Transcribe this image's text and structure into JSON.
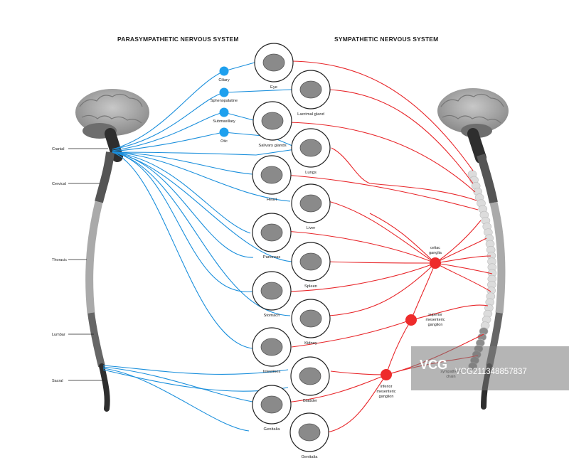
{
  "titles": {
    "parasympathetic": "PARASYMPATHETIC NERVOUS SYSTEM",
    "sympathetic": "SYMPATHETIC NERVOUS SYSTEM"
  },
  "spine_regions": [
    "Cranial",
    "Cervical",
    "Thoracic",
    "Lumbar",
    "Sacral"
  ],
  "parasympathetic_ganglia": [
    "Ciliary",
    "Sphenopalatine",
    "Submaxillary",
    "Otic"
  ],
  "organs": {
    "eye": "Eye",
    "lacrimal": "Lacrimal gland",
    "salivary": "Salivary glands",
    "lungs": "Lungs",
    "heart": "Heart",
    "liver": "Liver",
    "pancreas": "Pancreas",
    "spleen": "Spleen",
    "stomach": "Stomach",
    "kidney": "Kidney",
    "intestines": "Intestines",
    "bladder": "Bladder",
    "genitalia_female": "Genitalia",
    "genitalia_male": "Genitalia"
  },
  "sympathetic_ganglia": {
    "celiac": [
      "celiac",
      "ganglia"
    ],
    "superior": [
      "superior",
      "mesenteric",
      "ganglion"
    ],
    "inferior": [
      "inferior",
      "mesenteric",
      "ganglion"
    ],
    "chain": [
      "sympathetic",
      "chain"
    ]
  },
  "watermark": {
    "brand": "VCG",
    "id": "VCG211348857837"
  },
  "colors": {
    "parasympathetic": "#1a8fdc",
    "sympathetic": "#e8262a",
    "ganglion_blue": "#1ea0ee",
    "ganglion_red": "#ee2b2b"
  }
}
